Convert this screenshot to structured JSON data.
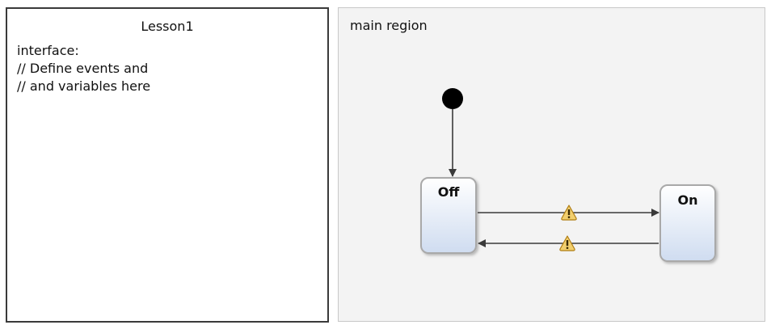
{
  "definition": {
    "title": "Lesson1",
    "lines": [
      "interface:",
      "// Define events and",
      "// and variables here"
    ]
  },
  "region": {
    "title": "main region"
  },
  "states": {
    "off": "Off",
    "on": "On"
  },
  "icons": {
    "warning": "warning-icon"
  },
  "colors": {
    "state_top": "#ffffff",
    "state_bottom": "#cfdcf0",
    "state_border": "#a9a9a9",
    "warning_fill": "#f2cf6e",
    "warning_stroke": "#b07d12"
  }
}
